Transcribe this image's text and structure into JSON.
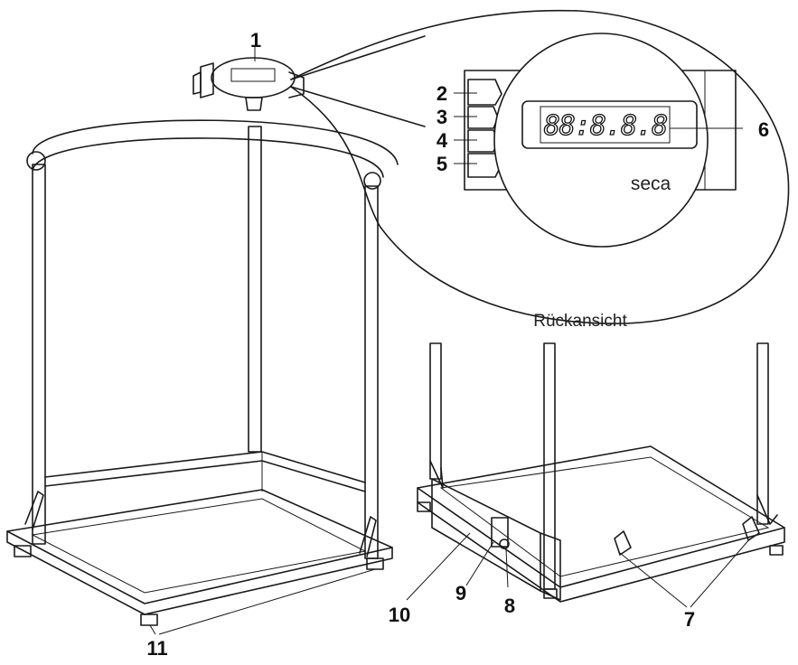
{
  "view_caption": "Rückansicht",
  "brand_logo": "seca",
  "display_readout": "88:8.8.8",
  "callouts": {
    "c1": "1",
    "c2": "2",
    "c3": "3",
    "c4": "4",
    "c5": "5",
    "c6": "6",
    "c7": "7",
    "c8": "8",
    "c9": "9",
    "c10": "10",
    "c11": "11"
  },
  "colors": {
    "line": "#1a1a1a",
    "background": "#ffffff"
  }
}
